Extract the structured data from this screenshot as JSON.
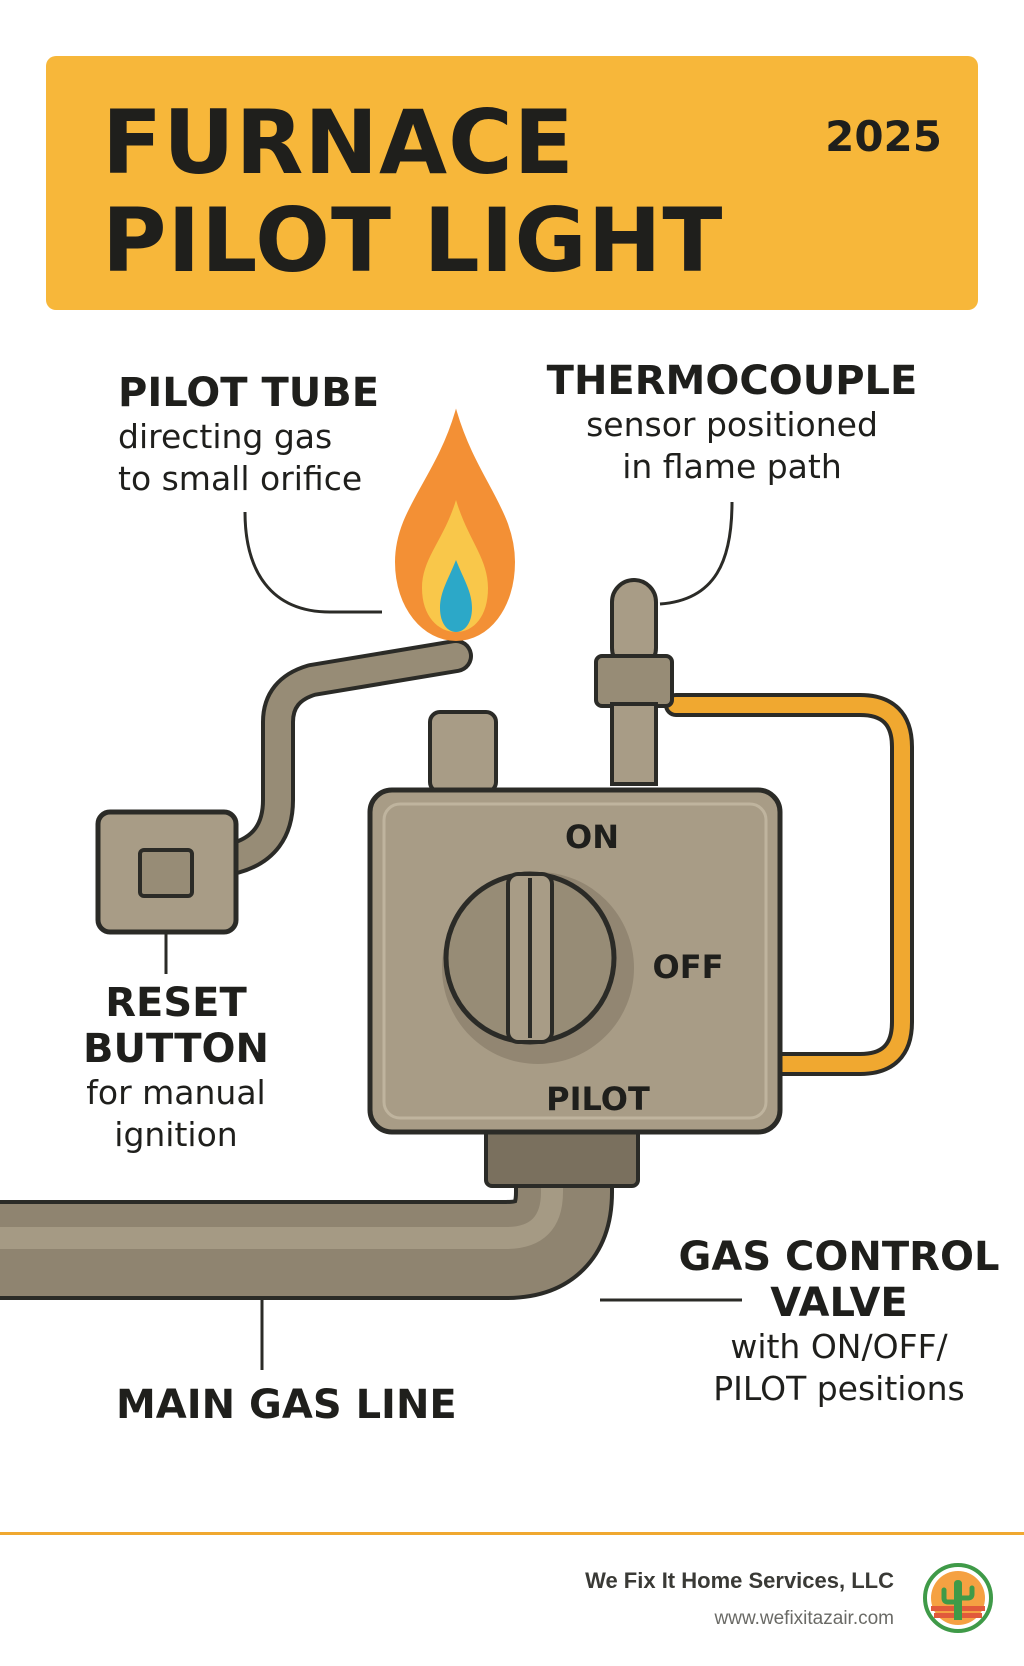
{
  "header": {
    "title_line1": "FURNACE",
    "title_line2": "PILOT LIGHT",
    "year": "2025"
  },
  "labels": {
    "pilot_tube": {
      "title": "PILOT TUBE",
      "desc_line1": "directing gas",
      "desc_line2": "to small orifice"
    },
    "thermocouple": {
      "title": "THERMOCOUPLE",
      "desc_line1": "sensor positioned",
      "desc_line2": "in flame path"
    },
    "reset_button": {
      "title_line1": "RESET",
      "title_line2": "BUTTON",
      "desc_line1": "for manual",
      "desc_line2": "ignition"
    },
    "gas_control_valve": {
      "title_line1": "GAS CONTROL",
      "title_line2": "VALVE",
      "desc_line1": "with ON/OFF/",
      "desc_line2": "PILOT pesitions"
    },
    "main_gas_line": {
      "title": "MAIN GAS LINE"
    }
  },
  "valve_positions": {
    "on": "ON",
    "off": "OFF",
    "pilot": "PILOT"
  },
  "footer": {
    "company": "We Fix It Home Services, LLC",
    "website": "www.wefixitazair.com"
  },
  "colors": {
    "header_bg": "#f7b73a",
    "pipe": "#8f8470",
    "valve_body": "#a89c86",
    "thermocouple_tube": "#f0a830",
    "flame_outer": "#f39035",
    "flame_middle": "#f9c74a",
    "flame_inner": "#2ca8c8",
    "outline": "#2b2b27"
  },
  "icons": [
    "flame-icon",
    "logo-icon"
  ]
}
